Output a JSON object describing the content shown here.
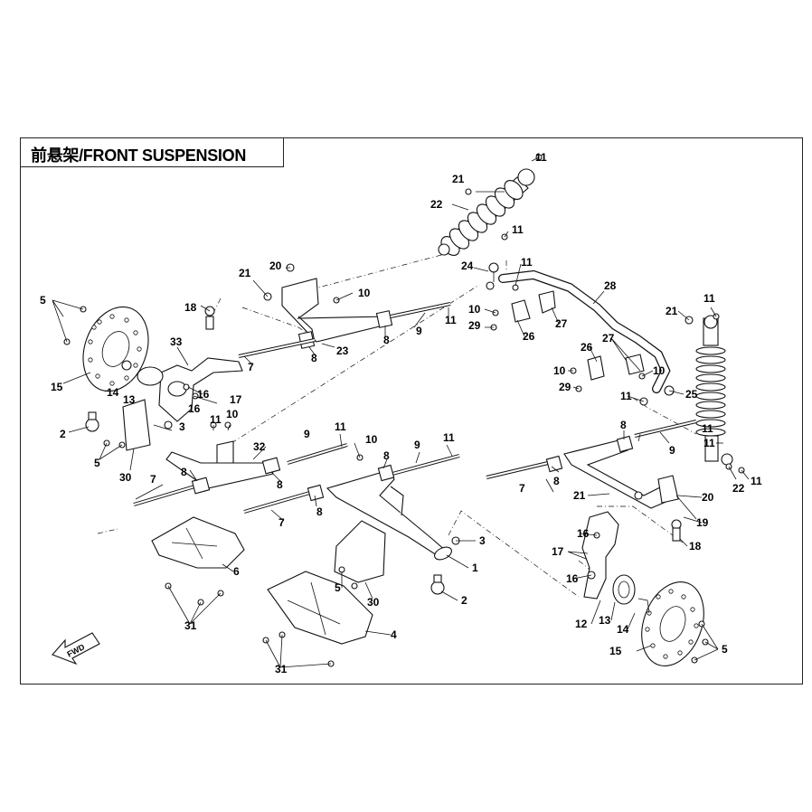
{
  "title": "前悬架/FRONT SUSPENSION",
  "fwd_label": "FWD",
  "callouts": {
    "c1": "1",
    "c2a": "2",
    "c2b": "2",
    "c3a": "3",
    "c3b": "3",
    "c4": "4",
    "c5a": "5",
    "c5b": "5",
    "c5c": "5",
    "c5d": "5",
    "c6": "6",
    "c7a": "7",
    "c7b": "7",
    "c7c": "7",
    "c7d": "7",
    "c8a": "8",
    "c8b": "8",
    "c8c": "8",
    "c8d": "8",
    "c8e": "8",
    "c8f": "8",
    "c8g": "8",
    "c8h": "8",
    "c9a": "9",
    "c9b": "9",
    "c9c": "9",
    "c9d": "9",
    "c10a": "10",
    "c10b": "10",
    "c10c": "10",
    "c10d": "10",
    "c10e": "10",
    "c10f": "10",
    "c11a": "11",
    "c11b": "11",
    "c11c": "11",
    "c11d": "11",
    "c11e": "11",
    "c11f": "11",
    "c11g": "11",
    "c11h": "11",
    "c11i": "11",
    "c11j": "11",
    "c11k": "11",
    "c11l": "11",
    "c12": "12",
    "c13a": "13",
    "c13b": "13",
    "c14a": "14",
    "c14b": "14",
    "c15a": "15",
    "c15b": "15",
    "c16a": "16",
    "c16b": "16",
    "c16c": "16",
    "c16d": "16",
    "c17a": "17",
    "c17b": "17",
    "c18a": "18",
    "c18b": "18",
    "c19": "19",
    "c20a": "20",
    "c20b": "20",
    "c21a": "21",
    "c21b": "21",
    "c21c": "21",
    "c21d": "21",
    "c22a": "22",
    "c22b": "22",
    "c23": "23",
    "c24": "24",
    "c25": "25",
    "c26a": "26",
    "c26b": "26",
    "c27a": "27",
    "c27b": "27",
    "c28": "28",
    "c29a": "29",
    "c29b": "29",
    "c30a": "30",
    "c30b": "30",
    "c31a": "31",
    "c31b": "31",
    "c32": "32",
    "c33": "33"
  }
}
